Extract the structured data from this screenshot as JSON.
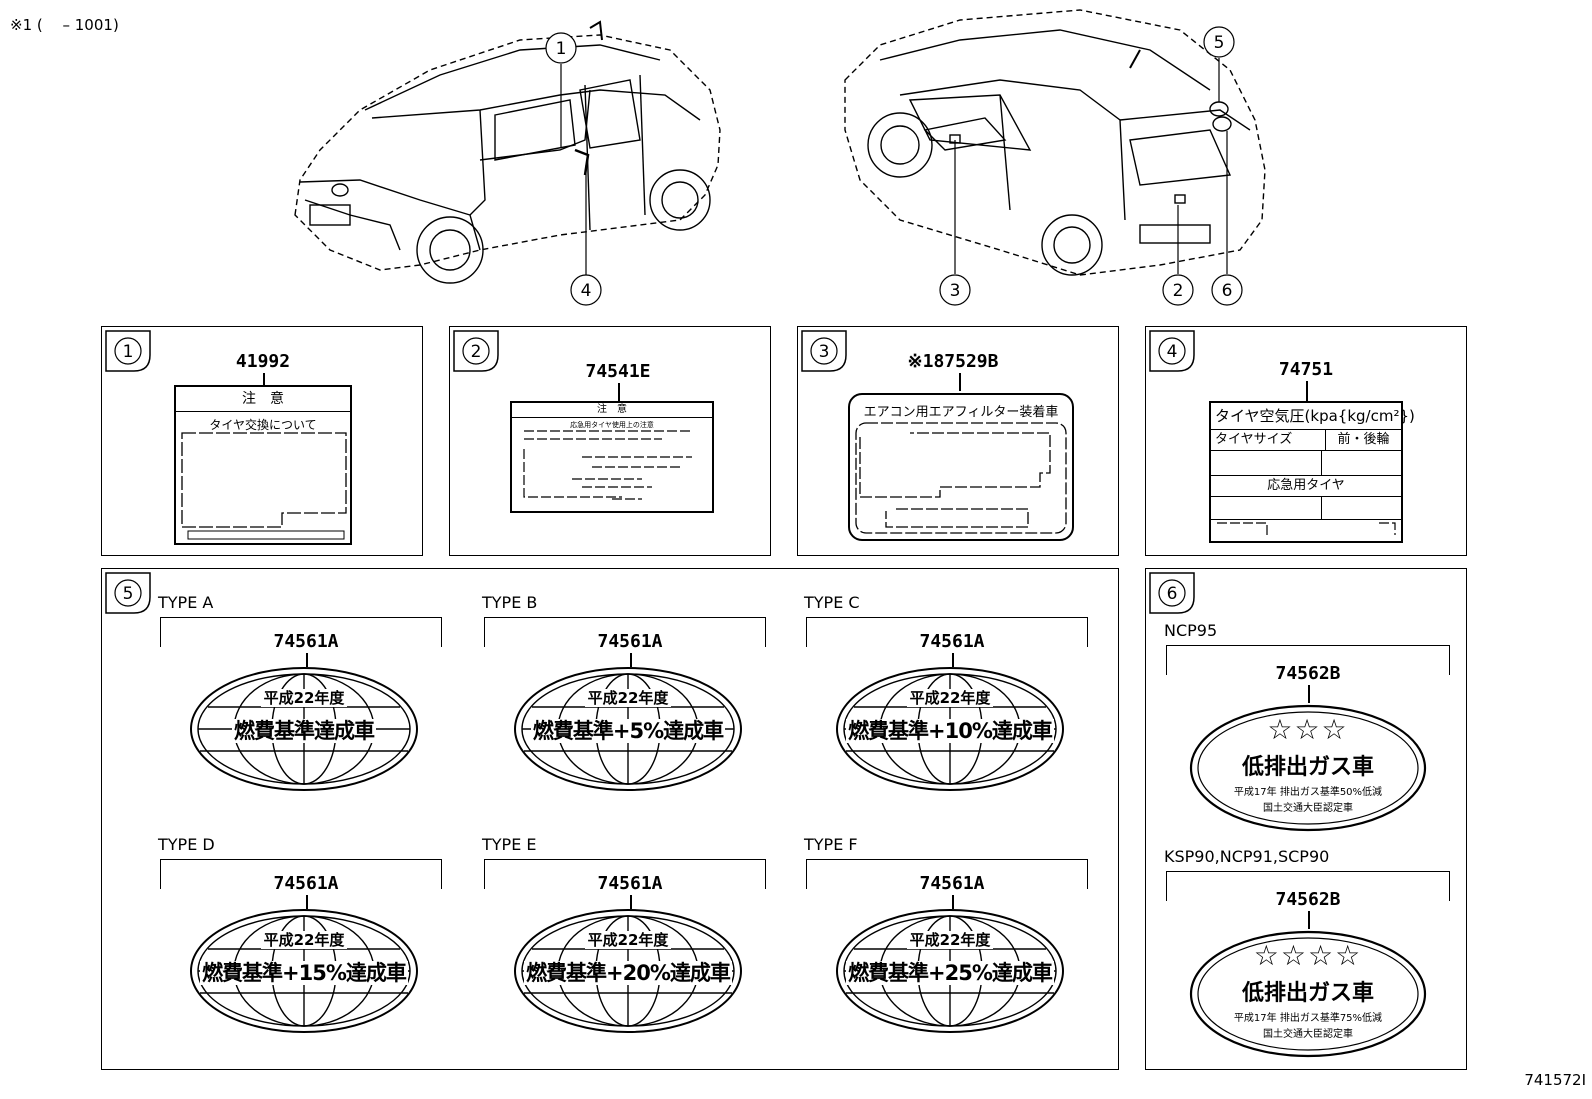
{
  "header_note": "※1 (  – 1001)",
  "doc_number": "741572I",
  "callouts": [
    "1",
    "2",
    "3",
    "4",
    "5",
    "6"
  ],
  "panels": {
    "p1": {
      "num": "1",
      "part": "41992",
      "warn_title": "注　意",
      "warn_sub": "タイヤ交換について"
    },
    "p2": {
      "num": "2",
      "part": "74541E",
      "warn_title": "注　意",
      "warn_sub": "応急用タイヤ使用上の注意"
    },
    "p3": {
      "num": "3",
      "part": "※187529B",
      "title": "エアコン用エアフィルター装着車"
    },
    "p4": {
      "num": "4",
      "part": "74751",
      "title": "タイヤ空気圧(kpa{kg/cm²})",
      "c1": "タイヤサイズ",
      "c2": "前・後輪",
      "c3": "応急用タイヤ"
    },
    "p5": {
      "num": "5",
      "items": [
        {
          "type": "TYPE A",
          "part": "74561A",
          "l1": "平成22年度",
          "l2": "燃費基準達成車"
        },
        {
          "type": "TYPE B",
          "part": "74561A",
          "l1": "平成22年度",
          "l2": "燃費基準+5%達成車"
        },
        {
          "type": "TYPE C",
          "part": "74561A",
          "l1": "平成22年度",
          "l2": "燃費基準+10%達成車"
        },
        {
          "type": "TYPE D",
          "part": "74561A",
          "l1": "平成22年度",
          "l2": "燃費基準+15%達成車"
        },
        {
          "type": "TYPE E",
          "part": "74561A",
          "l1": "平成22年度",
          "l2": "燃費基準+20%達成車"
        },
        {
          "type": "TYPE F",
          "part": "74561A",
          "l1": "平成22年度",
          "l2": "燃費基準+25%達成車"
        }
      ]
    },
    "p6": {
      "num": "6",
      "items": [
        {
          "type": "NCP95",
          "part": "74562B",
          "stars": "☆☆☆",
          "l1": "低排出ガス車",
          "l2": "平成17年 排出ガス基準50%低減",
          "l3": "国土交通大臣認定車"
        },
        {
          "type": "KSP90,NCP91,SCP90",
          "part": "74562B",
          "stars": "☆☆☆☆",
          "l1": "低排出ガス車",
          "l2": "平成17年 排出ガス基準75%低減",
          "l3": "国土交通大臣認定車"
        }
      ]
    }
  }
}
